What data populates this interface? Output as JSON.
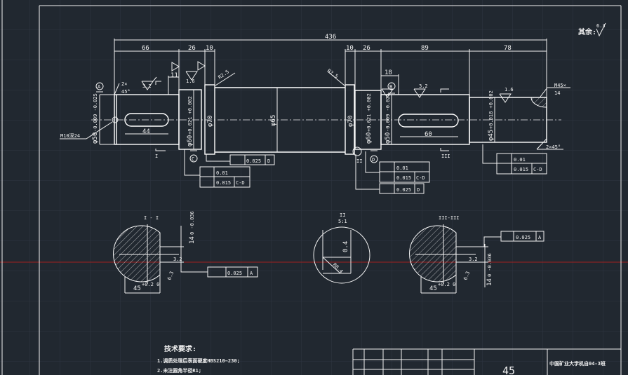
{
  "colors": {
    "background": "#212830",
    "grid": "#2c3440",
    "lines": "#f2f2f2",
    "red_axis": "#a02020"
  },
  "note": {
    "label": "其余:",
    "roughness": "6.3"
  },
  "dims": {
    "total": "436",
    "d66": "66",
    "d26a": "26",
    "d10a": "10",
    "d10b": "10",
    "d26b": "26",
    "d89": "89",
    "d78": "78",
    "d11": "11",
    "d18": "18",
    "d44": "44",
    "d60": "60"
  },
  "diameters": {
    "d50l": "φ50",
    "d50l_tol": "-0.009 -0.025",
    "d60l": "φ60",
    "d60l_tol": "+0.021 +0.002",
    "d70l": "φ70",
    "d65": "φ65",
    "d70r": "φ70",
    "d60r": "φ60",
    "d60r_tol": "+0.021 +0.002",
    "d50r": "φ50",
    "d50r_tol": "-0.009 -0.025",
    "d45": "φ45",
    "d45_tol": "+0.018 +0.002"
  },
  "labels": {
    "thread_hole": "M10深24",
    "chamfer_l1": "2×",
    "chamfer_l2": "45°",
    "fillet_l": "R2.5",
    "fillet_r": "R2.5",
    "thread_r1": "M45×",
    "thread_r2": "14",
    "chamfer_r": "2×45°"
  },
  "datums": {
    "a": "A",
    "b": "B",
    "c": "C",
    "d": "D"
  },
  "section_marks": {
    "i": "I",
    "ii": "II",
    "iii": "III"
  },
  "roughness": {
    "r32": "3.2",
    "r16": "1.6",
    "r63": "6.3"
  },
  "tolerances": {
    "perp_d": {
      "value": "0.025",
      "datum": "D"
    },
    "cyl": {
      "value": "0.01"
    },
    "runout": {
      "value": "0.015",
      "datum": "C-D"
    },
    "sym_a": {
      "value": "0.025",
      "datum": "A"
    }
  },
  "sections": {
    "s1": {
      "title": "I - I",
      "width": "45",
      "width_tol": "+0.2 0",
      "depth": "14",
      "depth_tol": "0 -0.036"
    },
    "s2": {
      "title": "II",
      "scale": "5:1",
      "dim": "0.4",
      "radius": "R0.4"
    },
    "s3": {
      "title": "III-III",
      "width": "45",
      "width_tol": "+0.2 0",
      "depth": "14",
      "depth_tol": "0 -0.036"
    }
  },
  "tech": {
    "heading": "技术要求:",
    "line1": "1.调质处理后表面硬度HBS210~230;",
    "line2": "2.未注圆角半径R1;"
  },
  "title_block": {
    "material": "45",
    "school": "中国矿业大学机自04-3班"
  }
}
